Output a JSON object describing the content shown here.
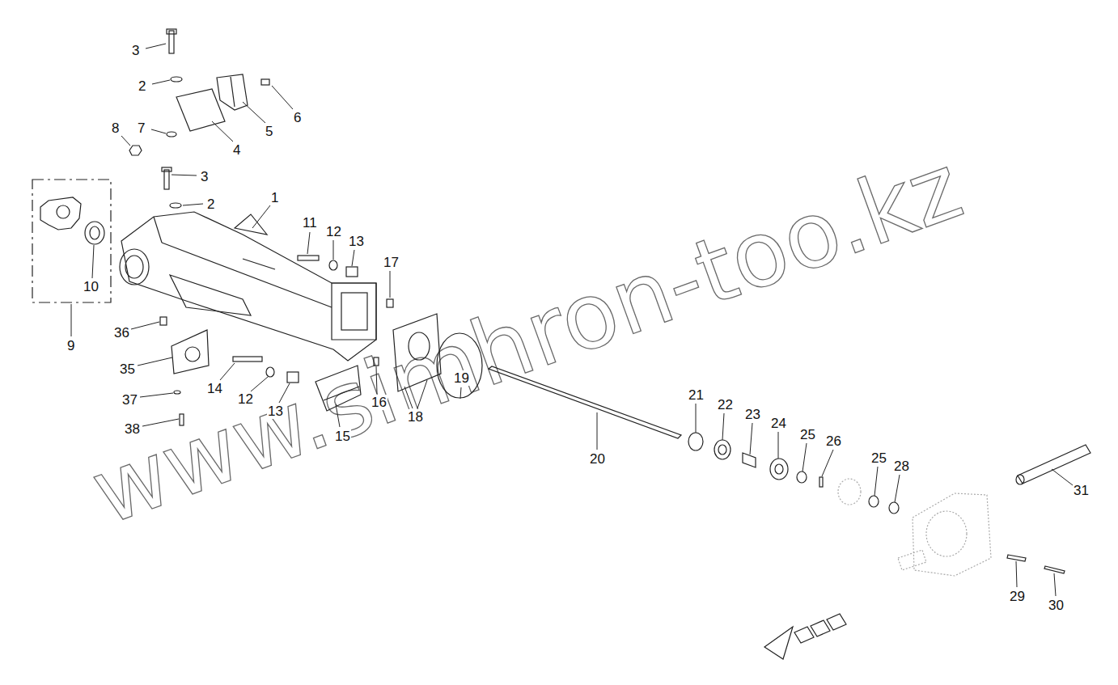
{
  "diagram": {
    "labels": [
      "3",
      "2",
      "6",
      "5",
      "4",
      "7",
      "8",
      "3",
      "2",
      "1",
      "11",
      "12",
      "13",
      "17",
      "9",
      "10",
      "36",
      "35",
      "14",
      "12",
      "13",
      "16",
      "18",
      "19",
      "15",
      "37",
      "38",
      "20",
      "21",
      "22",
      "23",
      "24",
      "25",
      "26",
      "25",
      "28",
      "31",
      "29",
      "30",
      "www.simhron-too.kz"
    ]
  }
}
